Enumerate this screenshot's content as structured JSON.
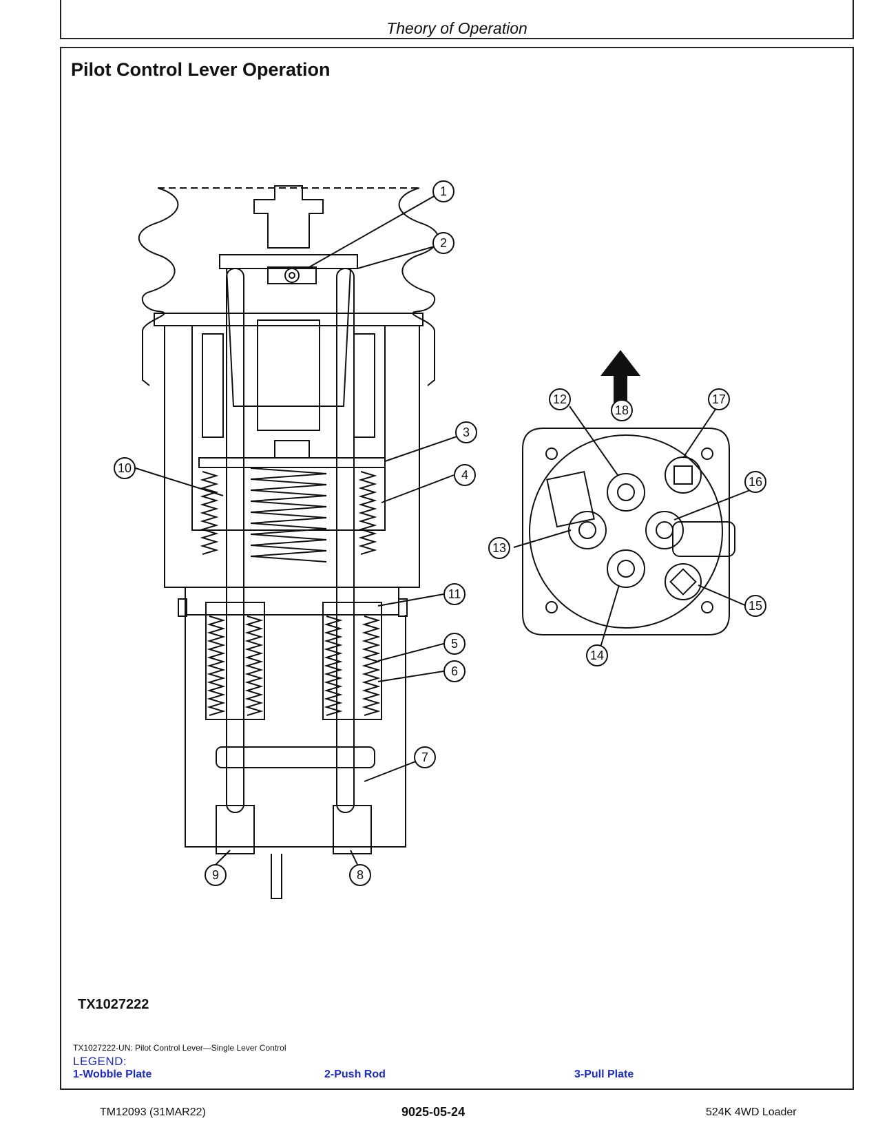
{
  "header": {
    "section_title": "Theory of Operation"
  },
  "page": {
    "title": "Pilot Control Lever Operation"
  },
  "figure": {
    "id": "TX1027222",
    "caption": "TX1027222-UN: Pilot Control Lever—Single Lever Control",
    "callouts": [
      "1",
      "2",
      "3",
      "4",
      "5",
      "6",
      "7",
      "8",
      "9",
      "10",
      "11",
      "12",
      "13",
      "14",
      "15",
      "16",
      "17",
      "18"
    ]
  },
  "legend": {
    "title": "LEGEND:",
    "items": [
      "1-Wobble Plate",
      "2-Push Rod",
      "3-Pull Plate"
    ]
  },
  "footer": {
    "left": "TM12093 (31MAR22)",
    "center": "9025-05-24",
    "right": "524K 4WD Loader"
  }
}
